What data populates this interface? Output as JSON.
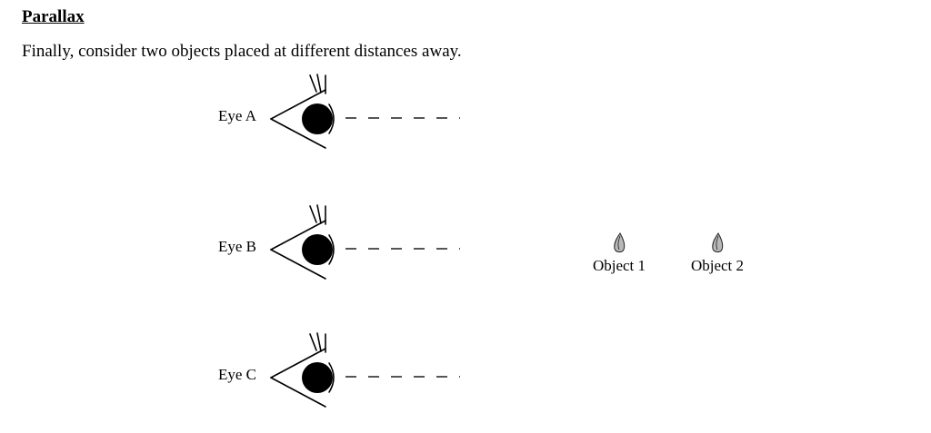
{
  "page": {
    "title": "Parallax",
    "intro": "Finally, consider two objects placed at different distances away."
  },
  "diagram": {
    "eyes": [
      {
        "label": "Eye A"
      },
      {
        "label": "Eye B"
      },
      {
        "label": "Eye C"
      }
    ],
    "objects": [
      {
        "label": "Object 1"
      },
      {
        "label": "Object 2"
      }
    ],
    "colors": {
      "ink": "#000000",
      "dash": "#555555",
      "object-fill": "#b8b8b8",
      "object-stroke": "#222222"
    }
  }
}
